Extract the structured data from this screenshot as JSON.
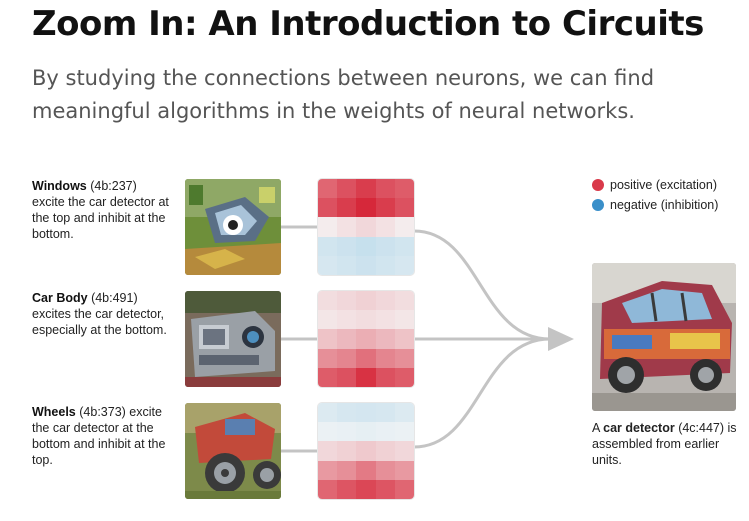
{
  "header": {
    "title": "Zoom In: An Introduction to Circuits",
    "subtitle": "By studying the connections between neurons, we can find meaningful algorithms in the weights of neural networks."
  },
  "legend": {
    "positive": {
      "label": "positive (excitation)",
      "color": "#d9394a"
    },
    "negative": {
      "label": "negative (inhibition)",
      "color": "#3a8fc9"
    }
  },
  "neurons": [
    {
      "name": "Windows",
      "unit": "(4b:237)",
      "description": "excite the car detector at the top and inhibit at the bottom.",
      "weights": [
        [
          0.7,
          0.8,
          0.9,
          0.8,
          0.75
        ],
        [
          0.8,
          0.9,
          1.0,
          0.9,
          0.8
        ],
        [
          0.05,
          0.1,
          0.15,
          0.1,
          0.05
        ],
        [
          -0.35,
          -0.4,
          -0.45,
          -0.4,
          -0.35
        ],
        [
          -0.3,
          -0.35,
          -0.4,
          -0.35,
          -0.3
        ]
      ]
    },
    {
      "name": "Car Body",
      "unit": "(4b:491)",
      "description": "excites the car detector, especially at the bottom.",
      "weights": [
        [
          0.12,
          0.15,
          0.18,
          0.15,
          0.12
        ],
        [
          0.08,
          0.1,
          0.12,
          0.1,
          0.08
        ],
        [
          0.25,
          0.3,
          0.35,
          0.3,
          0.25
        ],
        [
          0.5,
          0.55,
          0.65,
          0.55,
          0.5
        ],
        [
          0.75,
          0.8,
          0.95,
          0.8,
          0.75
        ]
      ]
    },
    {
      "name": "Wheels",
      "unit": "(4b:373)",
      "description": "excite the car detector at the bottom and inhibit at the top.",
      "weights": [
        [
          -0.25,
          -0.3,
          -0.32,
          -0.3,
          -0.25
        ],
        [
          -0.1,
          -0.12,
          -0.15,
          -0.12,
          -0.1
        ],
        [
          0.15,
          0.18,
          0.22,
          0.18,
          0.15
        ],
        [
          0.45,
          0.5,
          0.6,
          0.5,
          0.45
        ],
        [
          0.7,
          0.78,
          0.85,
          0.78,
          0.7
        ]
      ]
    }
  ],
  "target": {
    "prefix": "A",
    "name": "car detector",
    "unit": "(4c:447)",
    "description": "is assembled from earlier units."
  }
}
